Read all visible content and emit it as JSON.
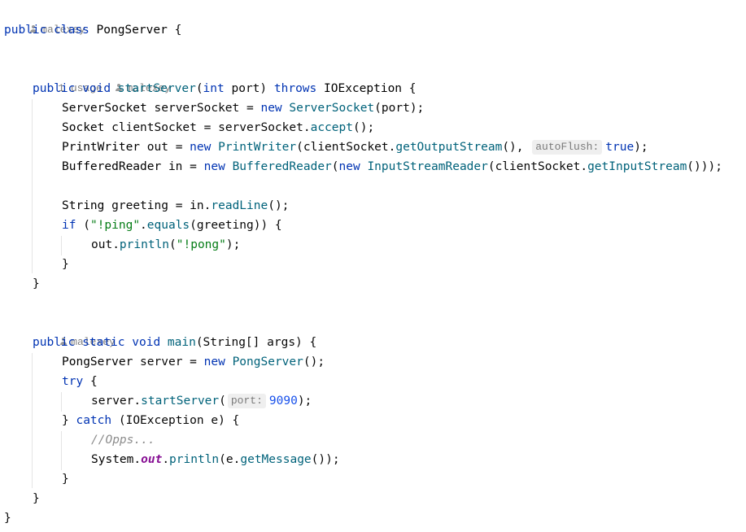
{
  "author_hints": {
    "class_author": "malexey",
    "start_server_usages": "1 usage",
    "start_server_author": "malexey",
    "main_author": "malexey"
  },
  "code": {
    "class_decl": {
      "kw_public": "public",
      "kw_class": "class",
      "name": "PongServer",
      "brace": "{"
    },
    "start_server": {
      "kw_public": "public",
      "kw_void": "void",
      "name": "startServer",
      "paren_open": "(",
      "kw_int": "int",
      "param": "port",
      "paren_close": ")",
      "kw_throws": "throws",
      "exception": "IOException",
      "brace": "{"
    },
    "l_server_socket": {
      "type": "ServerSocket",
      "var": "serverSocket",
      "eq": "=",
      "kw_new": "new",
      "ctor": "ServerSocket",
      "args": "(port);"
    },
    "l_client_socket": {
      "type": "Socket",
      "var": "clientSocket",
      "eq": "=",
      "obj": "serverSocket",
      "dot": ".",
      "call": "accept",
      "rest": "();"
    },
    "l_print_writer": {
      "type": "PrintWriter",
      "var": "out",
      "eq": "=",
      "kw_new": "new",
      "ctor": "PrintWriter",
      "open": "(clientSocket.",
      "call": "getOutputStream",
      "mid": "(),",
      "inlay": "autoFlush:",
      "kw_true": "true",
      "rest": ");"
    },
    "l_buffered_reader": {
      "type": "BufferedReader",
      "var": "in",
      "eq": "=",
      "kw_new": "new",
      "ctor": "BufferedReader",
      "open": "(",
      "kw_new2": "new",
      "ctor2": "InputStreamReader",
      "open2": "(clientSocket.",
      "call": "getInputStream",
      "rest": "()));"
    },
    "l_greeting": {
      "type": "String",
      "var": "greeting",
      "eq": "=",
      "obj": "in.",
      "call": "readLine",
      "rest": "();"
    },
    "l_if": {
      "kw_if": "if",
      "open": "(",
      "str": "\"!ping\"",
      "dot": ".",
      "call": "equals",
      "rest": "(greeting)) {"
    },
    "l_println_pong": {
      "obj": "out.",
      "call": "println",
      "open": "(",
      "str": "\"!pong\"",
      "rest": ");"
    },
    "l_close_if": "}",
    "l_close_method": "}",
    "main": {
      "kw_public": "public",
      "kw_static": "static",
      "kw_void": "void",
      "name": "main",
      "params": "(String[] args) {"
    },
    "l_new_server": {
      "type": "PongServer",
      "var": "server",
      "eq": "=",
      "kw_new": "new",
      "ctor": "PongServer",
      "rest": "();"
    },
    "l_try": {
      "kw_try": "try",
      "brace": "{"
    },
    "l_start_call": {
      "obj": "server.",
      "call": "startServer",
      "open": "(",
      "inlay": "port:",
      "num": "9090",
      "rest": ");"
    },
    "l_catch": {
      "close": "}",
      "kw_catch": "catch",
      "params": "(IOException e) {"
    },
    "l_comment": "//Opps...",
    "l_sysout": {
      "obj": "System.",
      "field": "out",
      "dot": ".",
      "call": "println",
      "open": "(e.",
      "call2": "getMessage",
      "rest": "());"
    },
    "l_close_catch": "}",
    "l_close_main": "}",
    "l_close_class": "}"
  }
}
